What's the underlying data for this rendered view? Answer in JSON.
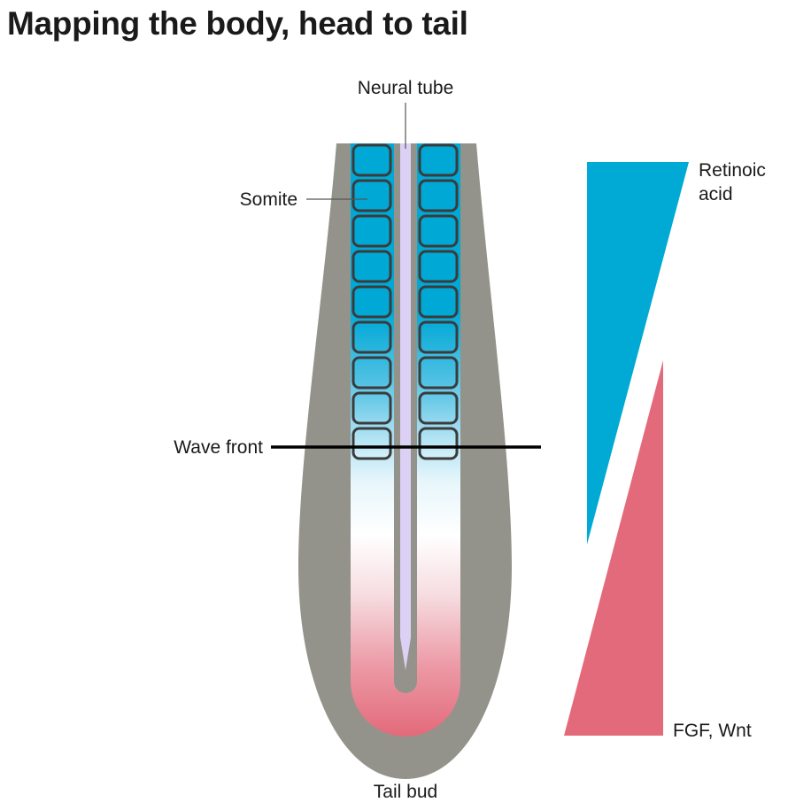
{
  "title": "Mapping the body, head to tail",
  "labels": {
    "neural_tube": "Neural tube",
    "somite": "Somite",
    "wave_front": "Wave front",
    "retinoic_acid_line1": "Retinoic",
    "retinoic_acid_line2": "acid",
    "fgf_wnt": "FGF, Wnt",
    "tail_bud": "Tail bud"
  },
  "colors": {
    "tissue": "#94938b",
    "somite": "#00a8d6",
    "somite_border": "#3b3b3b",
    "neural_tube": "#dcd0f4",
    "retinoic_acid": "#00aad4",
    "fgf_wnt": "#e36a7a",
    "text": "#1a1a1a"
  }
}
